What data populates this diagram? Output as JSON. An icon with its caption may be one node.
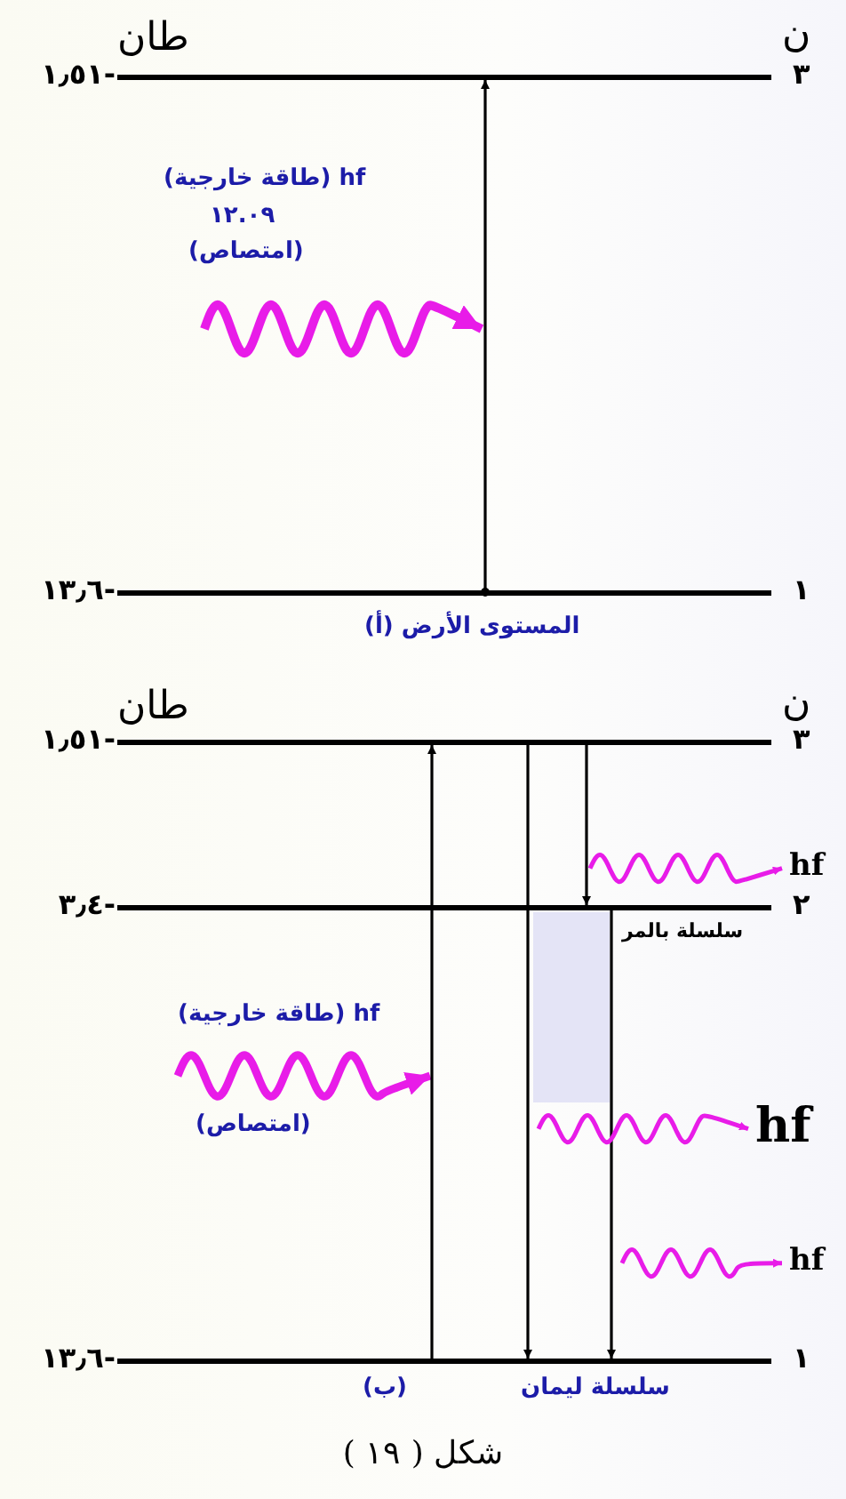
{
  "diagram": {
    "caption": "شكل ( ١٩ )",
    "nodes": [
      {
        "text": [],
        "shape": "bar",
        "beside": [
          "١٫٥١-",
          "٣"
        ]
      },
      {
        "text": [],
        "shape": "bar",
        "beside": [
          "١٣٫٦-",
          "١",
          "المستوى الأرض (أ)"
        ]
      },
      {
        "text": [],
        "shape": "bar",
        "beside": [
          "١٫٥١-",
          "٣"
        ]
      },
      {
        "text": [],
        "shape": "bar",
        "beside": [
          "٣٫٤-",
          "٢",
          "سلسلة بالمر"
        ]
      },
      {
        "text": [],
        "shape": "bar",
        "beside": [
          "١٣٫٦-",
          "١",
          "(ب)",
          "سلسلة ليمان"
        ]
      },
      {
        "text": [
          "hf"
        ]
      },
      {
        "text": [
          "hf"
        ]
      },
      {
        "text": [
          "hf"
        ]
      },
      {
        "text": [],
        "shape": "box"
      }
    ],
    "edges": [
      {
        "from": 1,
        "to": 0,
        "arrow": "to"
      },
      {
        "from": 4,
        "to": 2,
        "arrow": "to"
      },
      {
        "from": 2,
        "to": 4,
        "arrow": "to"
      },
      {
        "from": 2,
        "to": 3,
        "arrow": "to"
      },
      {
        "from": 3,
        "to": 4,
        "arrow": "to"
      },
      {
        "from": null,
        "to": 5,
        "arrow": "to",
        "color": "#e81ce8"
      },
      {
        "from": null,
        "to": 6,
        "arrow": "to",
        "color": "#e81ce8"
      },
      {
        "from": null,
        "to": 7,
        "arrow": "to",
        "color": "#e81ce8"
      }
    ],
    "labels": [
      "طان",
      "ن",
      "hf (طاقة خارجية)",
      "١٢.٠٩",
      "(امتصاص)",
      "طان",
      "ن",
      "hf (طاقة خارجية)",
      "(امتصاص)"
    ]
  }
}
